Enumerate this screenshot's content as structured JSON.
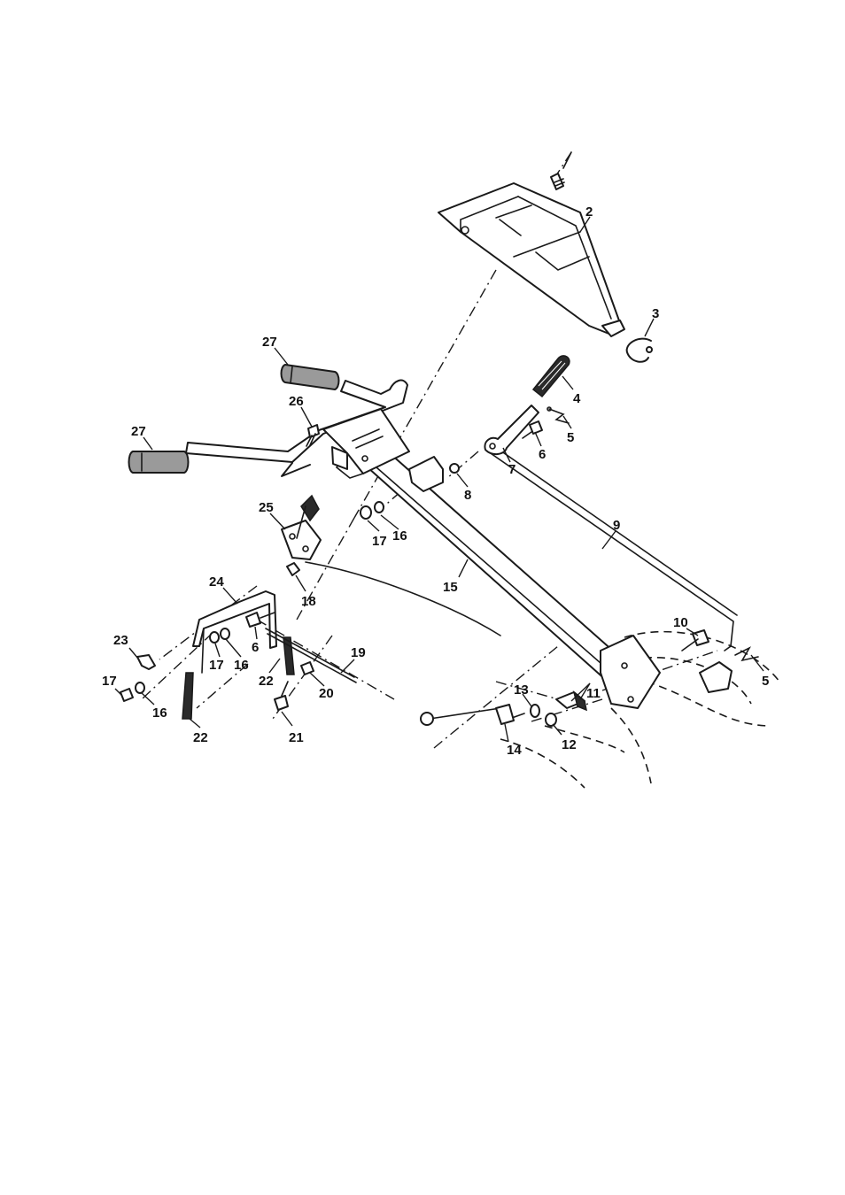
{
  "callouts": {
    "c2": "2",
    "c3": "3",
    "c4": "4",
    "c5a": "5",
    "c6a": "6",
    "c7": "7",
    "c8": "8",
    "c9": "9",
    "c27a": "27",
    "c26": "26",
    "c27b": "27",
    "c25": "25",
    "c17a": "17",
    "c16a": "16",
    "c15": "15",
    "c18": "18",
    "c24": "24",
    "c10": "10",
    "c5b": "5",
    "c23": "23",
    "c6b": "6",
    "c17b": "17",
    "c16b": "16",
    "c22a": "22",
    "c19": "19",
    "c20": "20",
    "c17c": "17",
    "c16c": "16",
    "c13": "13",
    "c11": "11",
    "c12": "12",
    "c22b": "22",
    "c21": "21",
    "c14": "14"
  }
}
